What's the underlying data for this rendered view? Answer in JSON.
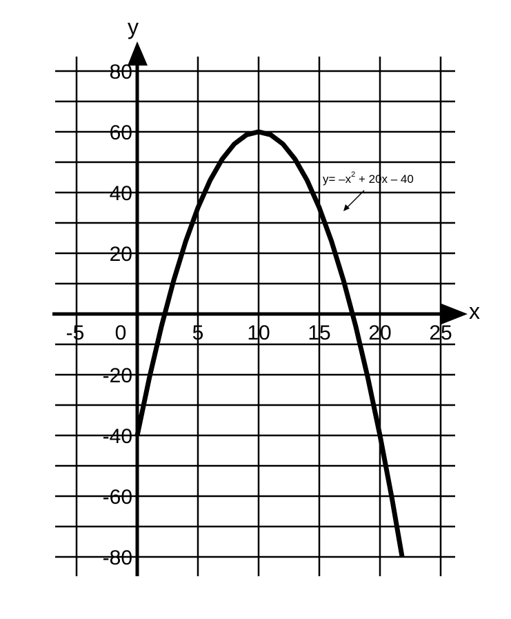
{
  "chart_data": {
    "type": "line",
    "title": "",
    "xlabel": "x",
    "ylabel": "y",
    "xlim": [
      -5,
      25
    ],
    "ylim": [
      -80,
      80
    ],
    "grid": true,
    "x_ticks": [
      "-5",
      "0",
      "5",
      "10",
      "15",
      "20",
      "25"
    ],
    "y_ticks": [
      "80",
      "60",
      "40",
      "20",
      "-20",
      "-40",
      "-60",
      "-80"
    ],
    "annotation": {
      "prefix": "y= –x",
      "superscript": "2",
      "suffix": " + 20x – 40"
    },
    "series": [
      {
        "x": [
          0,
          1,
          2,
          3,
          4,
          5,
          6,
          7,
          8,
          9,
          10,
          11,
          12,
          13,
          14,
          15,
          16,
          17,
          18,
          19,
          20,
          21,
          22
        ],
        "y": [
          -40,
          -21,
          -4,
          11,
          24,
          35,
          44,
          51,
          56,
          59,
          60,
          59,
          56,
          51,
          44,
          35,
          24,
          11,
          -4,
          -21,
          -40,
          -61,
          -84
        ]
      }
    ]
  }
}
